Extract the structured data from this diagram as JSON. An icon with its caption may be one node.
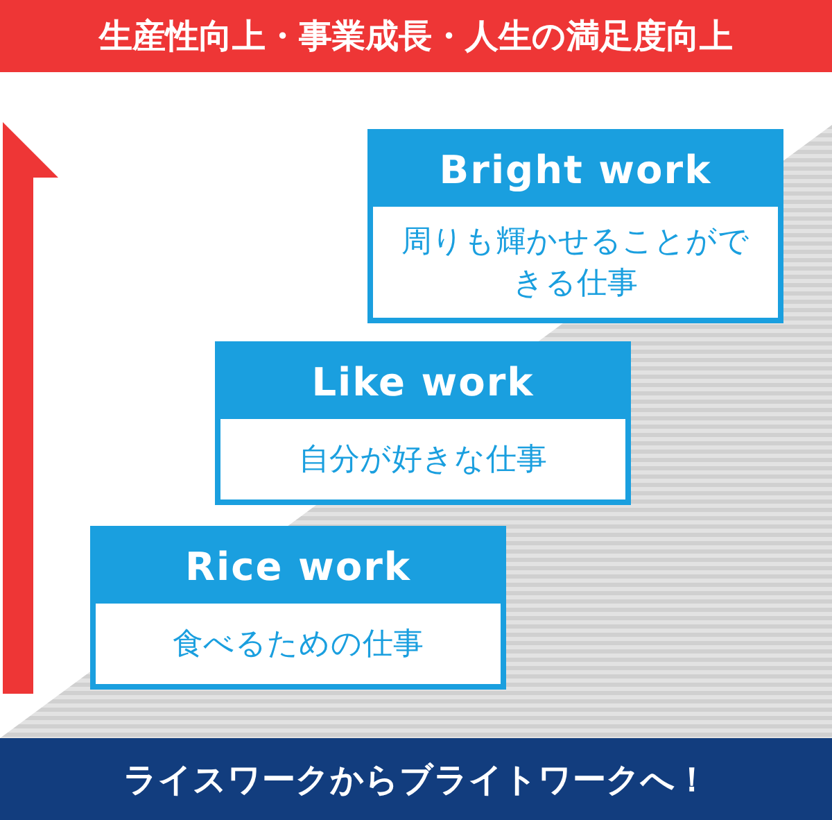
{
  "diagram": {
    "nodes": [
      {
        "text": [
          "生産性向上・事業成長・人生の満足度向上"
        ]
      },
      {
        "text": [
          "Bright work",
          "周りも輝かせることができる仕事"
        ]
      },
      {
        "text": [
          "Like work",
          "自分が好きな仕事"
        ]
      },
      {
        "text": [
          "Rice work",
          "食べるための仕事"
        ]
      },
      {
        "text": [
          "ライスワークからブライトワークへ！"
        ]
      }
    ],
    "edges": []
  }
}
